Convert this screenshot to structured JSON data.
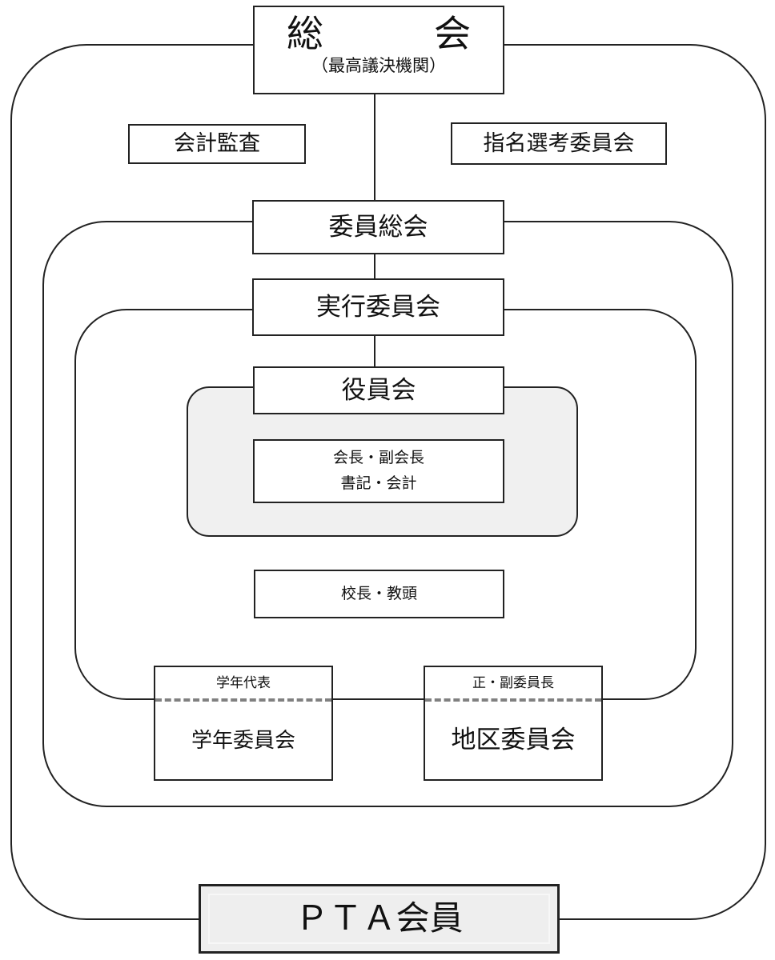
{
  "colors": {
    "line": "#222222",
    "panel_fill": "#f0f0f0",
    "pta_fill": "#eeeeee",
    "dash": "#808080"
  },
  "boxes": {
    "general_assembly": {
      "title": "総　　　会",
      "subtitle": "（最高議決機関）"
    },
    "audit": {
      "label": "会計監査"
    },
    "nomination": {
      "label": "指名選考委員会"
    },
    "committee_assembly": {
      "label": "委員総会"
    },
    "executive_committee": {
      "label": "実行委員会"
    },
    "board": {
      "label": "役員会"
    },
    "officers": {
      "line1": "会長・副会長",
      "line2": "書記・会計"
    },
    "principals": {
      "label": "校長・教頭"
    },
    "grade_committee": {
      "top_label": "学年代表",
      "label": "学年委員会"
    },
    "district_committee": {
      "top_label": "正・副委員長",
      "label": "地区委員会"
    },
    "pta_members": {
      "label": "ＰＴＡ会員"
    }
  }
}
